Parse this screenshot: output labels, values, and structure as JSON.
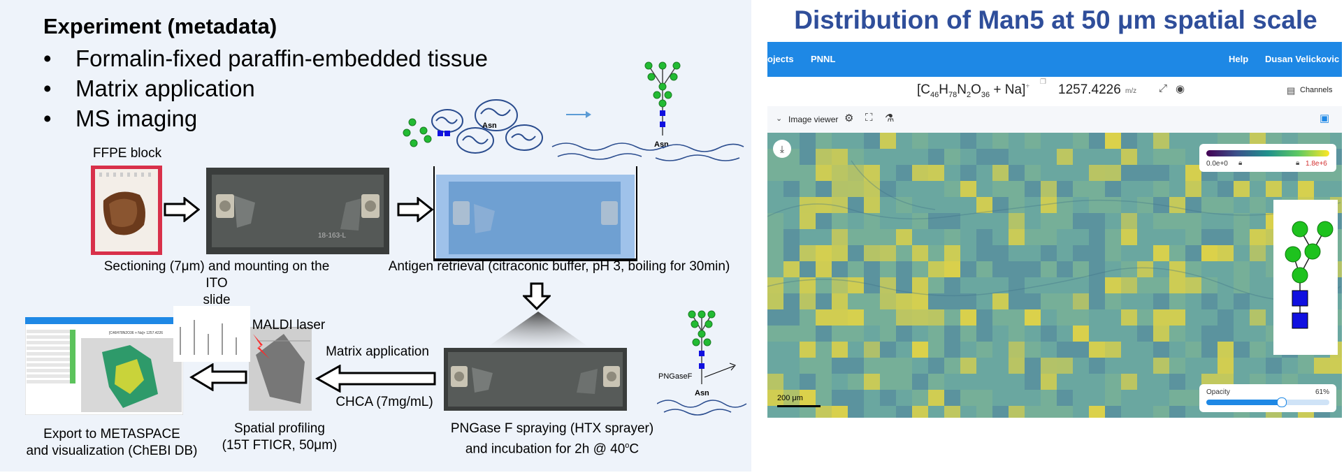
{
  "left": {
    "title": "Experiment (metadata)",
    "bullets": [
      "Formalin-fixed paraffin-embedded tissue",
      "Matrix application",
      "MS imaging"
    ],
    "ffpe_label": "FFPE block",
    "sectioning_label": [
      "Sectioning (7μm) and mounting on the ITO",
      "slide"
    ],
    "antigen_label": "Antigen retrieval (citraconic buffer, pH 3, boiling for 30min)",
    "asn": "Asn",
    "pngasef": "PNGaseF",
    "maldi_label": "MALDI laser",
    "matrix_app_label": "Matrix application",
    "chca_label": "CHCA (7mg/mL)",
    "pngase_spray_label": [
      "PNGase F spraying (HTX sprayer)",
      "and incubation for 2h @ 40",
      "o",
      "C"
    ],
    "spatial_label": [
      "Spatial profiling",
      "(15T FTICR, 50μm)"
    ],
    "export_label": [
      "Export to METASPACE",
      "and visualization (ChEBI DB)"
    ],
    "slide_text": "18-163-L",
    "mini_formula": "[C46H78N2O36 + Na]+   1257.4226"
  },
  "right": {
    "title": "Distribution of Man5 at 50 μm spatial scale",
    "nav": {
      "projects": "ojects",
      "group": "PNNL",
      "help": "Help",
      "user": "Dusan Velickovic"
    },
    "formula": {
      "parts": [
        "[C",
        "46",
        "H",
        "78",
        "N",
        "2",
        "O",
        "36",
        " + Na]",
        "+"
      ],
      "mz": "1257.4226",
      "mz_unit": "m/z"
    },
    "channels": "Channels",
    "image_viewer": "Image viewer",
    "scale": {
      "min": "0.0e+0",
      "max": "1.8e+6"
    },
    "scalebar": "200 μm",
    "opacity": {
      "label": "Opacity",
      "value": 0.61,
      "value_text": "61%"
    }
  },
  "colors": {
    "nav_blue": "#1e88e5",
    "title_blue": "#2f4e9a",
    "glycan_green": "#22bb33",
    "glycan_blue": "#1010e0",
    "heat_base": "#6aa7a0",
    "heat_hot": "#e8d640"
  },
  "icons": [
    "arrow-right-icon",
    "arrow-left-icon",
    "arrow-down-icon",
    "spray-nozzle-icon",
    "laser-icon",
    "download-icon",
    "gear-icon",
    "crop-icon",
    "microscope-icon",
    "share-icon",
    "pin-icon",
    "channels-icon",
    "chevron-down-icon",
    "lock-icon",
    "image-icon",
    "copy-icon"
  ]
}
